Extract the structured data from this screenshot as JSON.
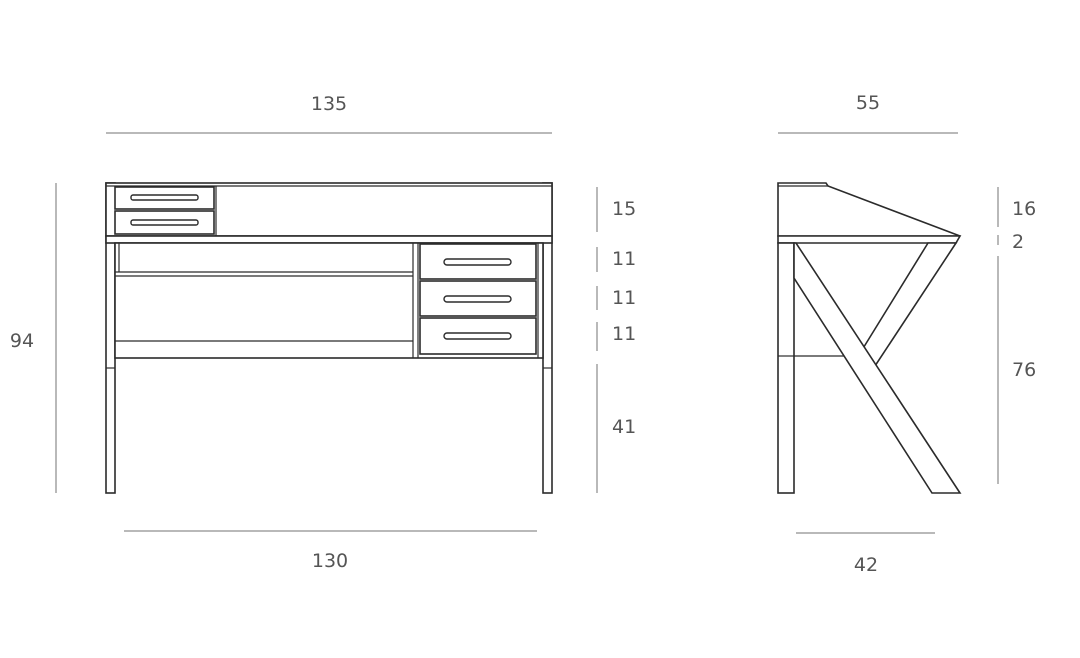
{
  "front_view": {
    "top_width_label": "135",
    "bottom_width_label": "130",
    "total_height_label": "94",
    "vertical_labels": [
      "15",
      "11",
      "11",
      "11",
      "41"
    ]
  },
  "side_view": {
    "top_depth_label": "55",
    "bottom_depth_label": "42",
    "vertical_labels": [
      "16",
      "2",
      "76"
    ]
  },
  "colors": {
    "outline": "#2b2b2b",
    "dimension_line": "#b9b9b9",
    "dimension_text": "#555555",
    "background": "#ffffff"
  }
}
